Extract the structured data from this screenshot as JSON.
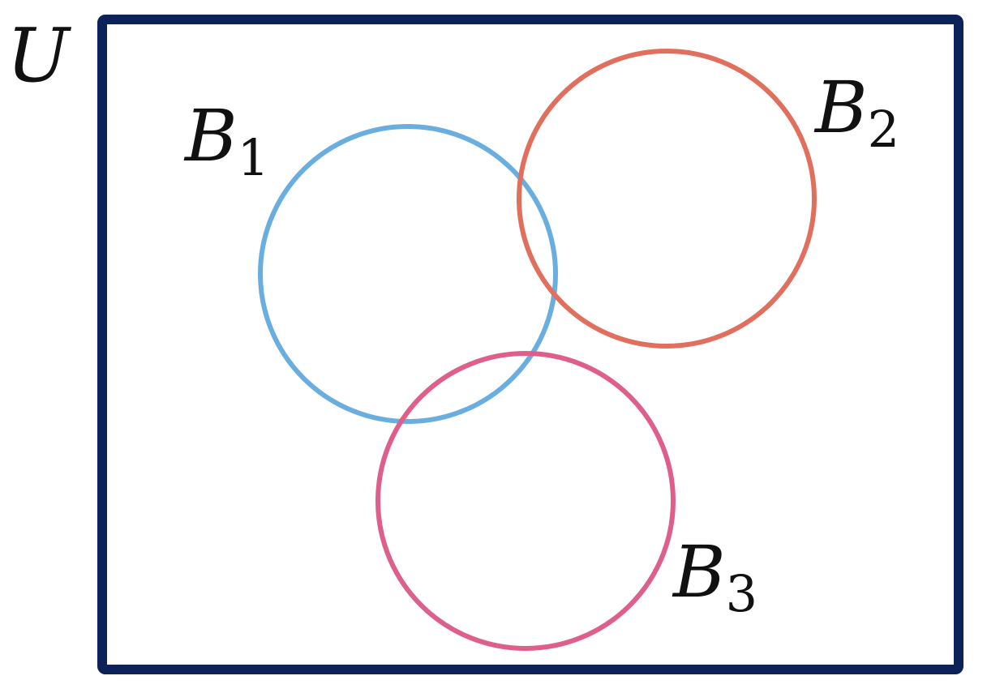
{
  "universe": {
    "label": "U",
    "border_color": "#0d2258"
  },
  "sets": [
    {
      "name": "B",
      "subscript": "1",
      "color": "#6aaee0"
    },
    {
      "name": "B",
      "subscript": "2",
      "color": "#e06f5d"
    },
    {
      "name": "B",
      "subscript": "3",
      "color": "#dd5f8a"
    }
  ]
}
